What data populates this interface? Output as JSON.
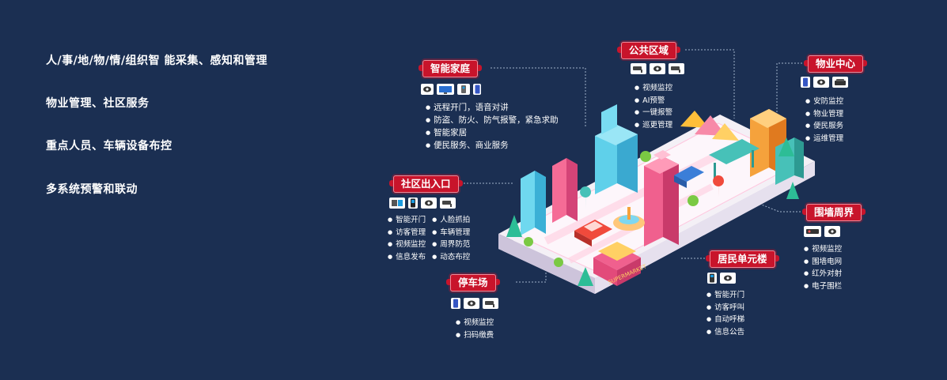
{
  "left_text": [
    "人/事/地/物/情/组织智 能采集、感知和管理",
    "物业管理、社区服务",
    "重点人员、车辆设备布控",
    "多系统预警和联动"
  ],
  "nodes": {
    "smart_home": {
      "title": "智能家庭",
      "icons": [
        "camera-icon",
        "monitor-icon",
        "router-icon",
        "phone-icon"
      ],
      "items": [
        "远程开门，语音对讲",
        "防盗、防火、防气报警，紧急求助",
        "智能家居",
        "便民服务、商业服务"
      ]
    },
    "public_area": {
      "title": "公共区域",
      "icons": [
        "bullet-camera-icon",
        "camera-icon",
        "bullet-camera-icon"
      ],
      "items": [
        "视频监控",
        "AI预警",
        "一键报警",
        "巡更管理"
      ]
    },
    "property_center": {
      "title": "物业中心",
      "icons": [
        "phone-icon",
        "camera-icon",
        "desk-phone-icon"
      ],
      "items": [
        "安防监控",
        "物业管理",
        "便民服务",
        "运维管理"
      ]
    },
    "community_entrance": {
      "title": "社区出入口",
      "icons": [
        "face-terminal-icon",
        "access-panel-icon",
        "camera-icon",
        "bullet-camera-icon"
      ],
      "items": [
        "智能开门",
        "人脸抓拍",
        "访客管理",
        "车辆管理",
        "视频监控",
        "周界防范",
        "信息发布",
        "动态布控"
      ]
    },
    "perimeter_wall": {
      "title": "围墙周界",
      "icons": [
        "sensor-icon",
        "camera-icon"
      ],
      "items": [
        "视频监控",
        "围墙电网",
        "红外对射",
        "电子围栏"
      ]
    },
    "residential_unit": {
      "title": "居民单元楼",
      "icons": [
        "intercom-icon",
        "camera-icon"
      ],
      "items": [
        "智能开门",
        "访客呼叫",
        "自动呼梯",
        "信息公告"
      ]
    },
    "parking": {
      "title": "停车场",
      "icons": [
        "phone-icon",
        "camera-icon",
        "bullet-camera-icon"
      ],
      "items": [
        "视频监控",
        "扫码缴费"
      ]
    }
  },
  "supermarket_sign": "SUPERMARKET",
  "colors": {
    "background": "#1b2f52",
    "tag_red": "#c8142b",
    "platform": "#f4f0f6",
    "building_pink": "#f0608e",
    "building_cyan": "#5fd0ea",
    "building_orange": "#f5a23c"
  }
}
